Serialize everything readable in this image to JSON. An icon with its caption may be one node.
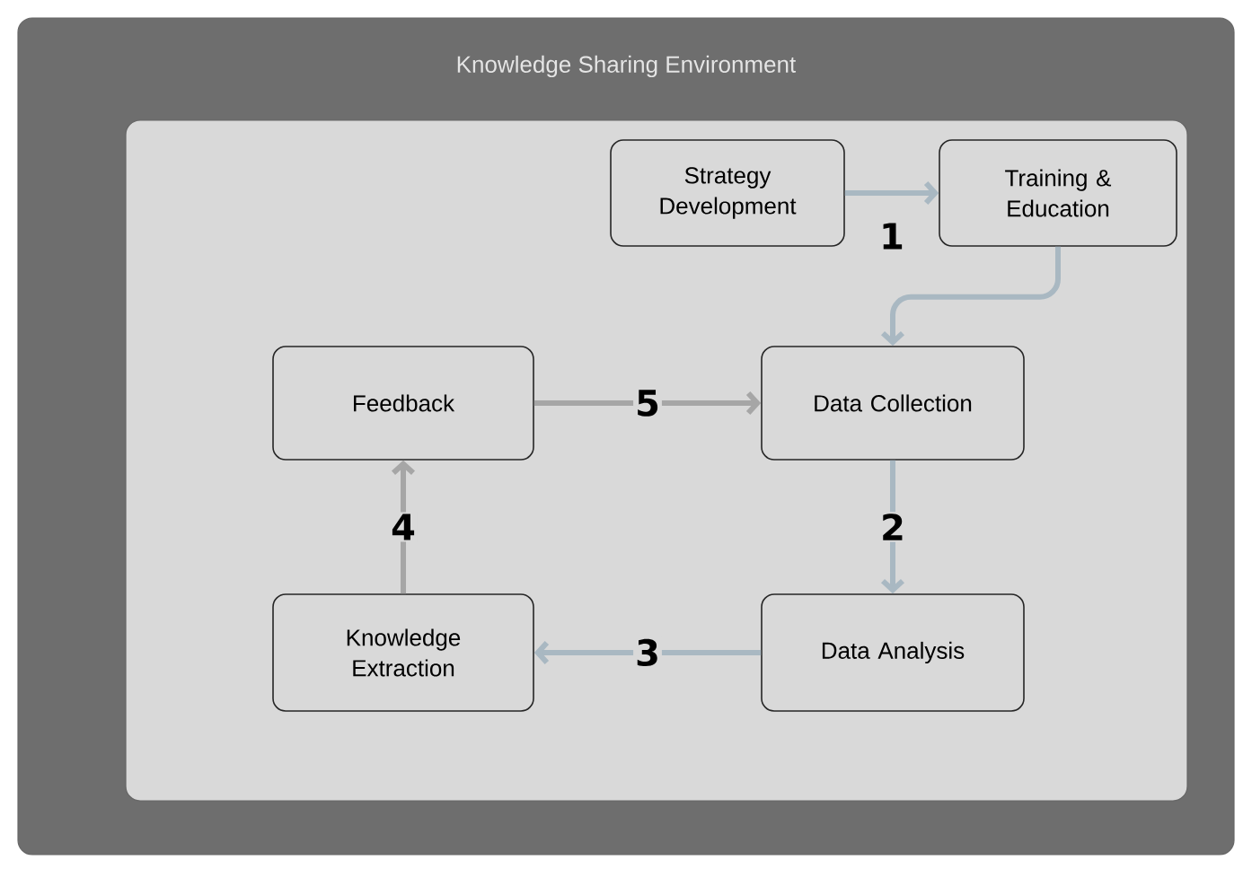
{
  "diagram": {
    "nodes": [
      {
        "text": [
          "Knowledge Sharing Environment"
        ]
      },
      {
        "text": [],
        "shape": "box",
        "in": 0
      },
      {
        "text": [
          "Strategy Development"
        ],
        "in": 1
      },
      {
        "text": [
          "Training & Education"
        ],
        "in": 1
      },
      {
        "text": [
          "Feedback"
        ],
        "in": 1
      },
      {
        "text": [
          "Data Collection"
        ],
        "in": 1
      },
      {
        "text": [
          "Knowledge Extraction"
        ],
        "in": 1
      },
      {
        "text": [
          "Data Analysis"
        ],
        "in": 1
      }
    ],
    "edges": [
      {
        "from": 2,
        "to": 3,
        "arrow": "to",
        "label": "1"
      },
      {
        "from": 3,
        "to": 5,
        "arrow": "to"
      },
      {
        "from": 5,
        "to": 7,
        "arrow": "to",
        "label": "2"
      },
      {
        "from": 7,
        "to": 6,
        "arrow": "to",
        "label": "3"
      },
      {
        "from": 6,
        "to": 4,
        "arrow": "to",
        "label": "4",
        "color": "#a6a6a6"
      },
      {
        "from": 4,
        "to": 5,
        "arrow": "to",
        "label": "5",
        "color": "#a6a6a6"
      }
    ]
  }
}
